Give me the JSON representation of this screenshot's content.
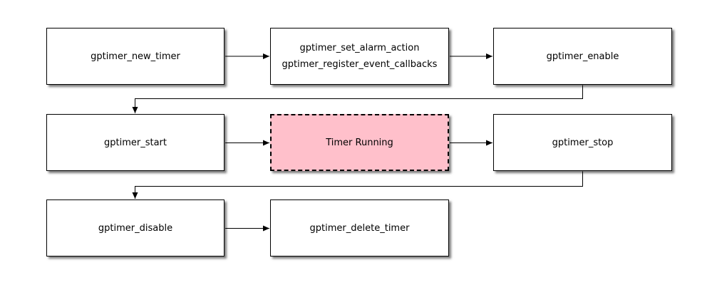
{
  "diagram": {
    "type": "flowchart",
    "colors": {
      "background": "#ffffff",
      "node_fill": "#ffffff",
      "node_border": "#000000",
      "highlight_fill": "#ffc0cb",
      "connector": "#000000",
      "text": "#000000"
    },
    "nodes": [
      {
        "id": "gptimer-new-timer",
        "lines": [
          "gptimer_new_timer"
        ]
      },
      {
        "id": "gptimer-set-alarm-and-register",
        "lines": [
          "gptimer_set_alarm_action",
          "gptimer_register_event_callbacks"
        ]
      },
      {
        "id": "gptimer-enable",
        "lines": [
          "gptimer_enable"
        ]
      },
      {
        "id": "gptimer-start",
        "lines": [
          "gptimer_start"
        ]
      },
      {
        "id": "timer-running",
        "lines": [
          "Timer Running"
        ],
        "highlighted": true
      },
      {
        "id": "gptimer-stop",
        "lines": [
          "gptimer_stop"
        ]
      },
      {
        "id": "gptimer-disable",
        "lines": [
          "gptimer_disable"
        ]
      },
      {
        "id": "gptimer-delete-timer",
        "lines": [
          "gptimer_delete_timer"
        ]
      }
    ],
    "edges": [
      {
        "from": "gptimer-new-timer",
        "to": "gptimer-set-alarm-and-register"
      },
      {
        "from": "gptimer-set-alarm-and-register",
        "to": "gptimer-enable"
      },
      {
        "from": "gptimer-enable",
        "to": "gptimer-start"
      },
      {
        "from": "gptimer-start",
        "to": "timer-running"
      },
      {
        "from": "timer-running",
        "to": "gptimer-stop"
      },
      {
        "from": "gptimer-stop",
        "to": "gptimer-disable"
      },
      {
        "from": "gptimer-disable",
        "to": "gptimer-delete-timer"
      }
    ]
  }
}
